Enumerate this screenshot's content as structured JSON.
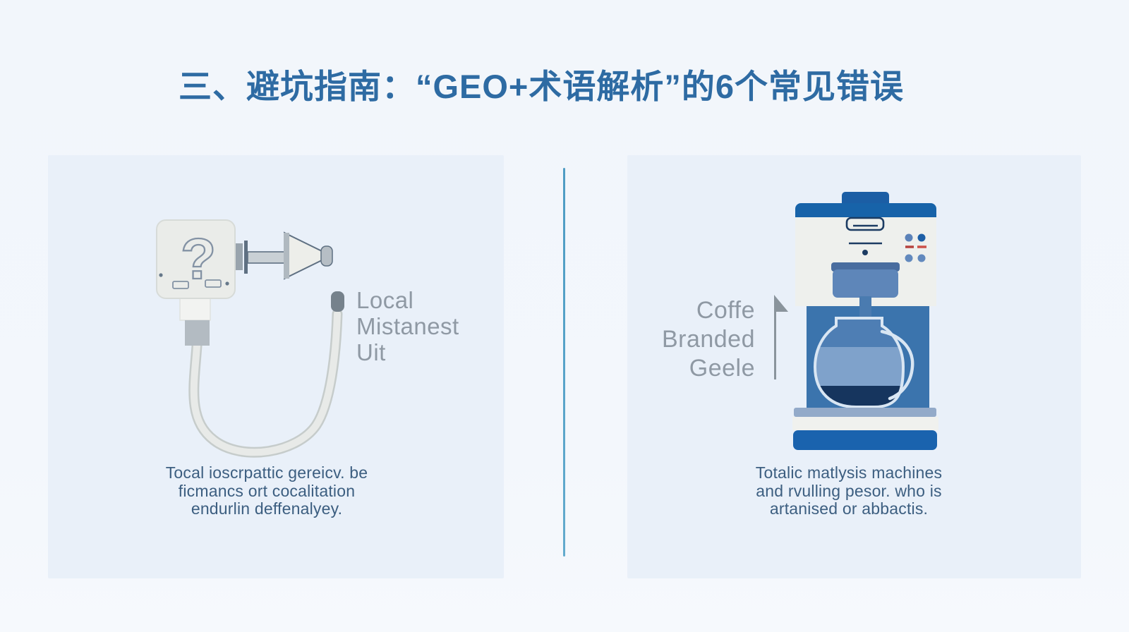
{
  "page": {
    "title": "三、避坑指南：“GEO+术语解析”的6个常见错误",
    "background_color": "#f3f7fc",
    "panel_color": "#e9f0f9",
    "divider_color": "#55a1c7",
    "title_color": "#2e6ba3",
    "caption_color": "#3c5e80",
    "label_color": "#8f99a4"
  },
  "left_panel": {
    "illustration": "question-mark-plug-connector",
    "label_lines": [
      "Local",
      "Mistanest",
      "Uit"
    ],
    "caption_lines": [
      "Tocal ioscrpattic gereicv. be",
      "ficmancs ort cocalitation",
      "endurlin deffenalyey."
    ]
  },
  "right_panel": {
    "illustration": "coffee-machine",
    "label_lines": [
      "Coffe",
      "Branded",
      "Geele"
    ],
    "caption_lines": [
      "Totalic matlysis machines",
      "and rvulling pesor. who is",
      "artanised or abbactis."
    ],
    "machine_colors": {
      "primary_blue": "#1a63a9",
      "body_blue": "#3b74ad",
      "basket_blue": "#5e86b9",
      "liquid_light": "#7fa2cb",
      "coffee_dark": "#16355e",
      "chassis_white": "#eef0ed",
      "indicator_red": "#c2453c"
    }
  }
}
